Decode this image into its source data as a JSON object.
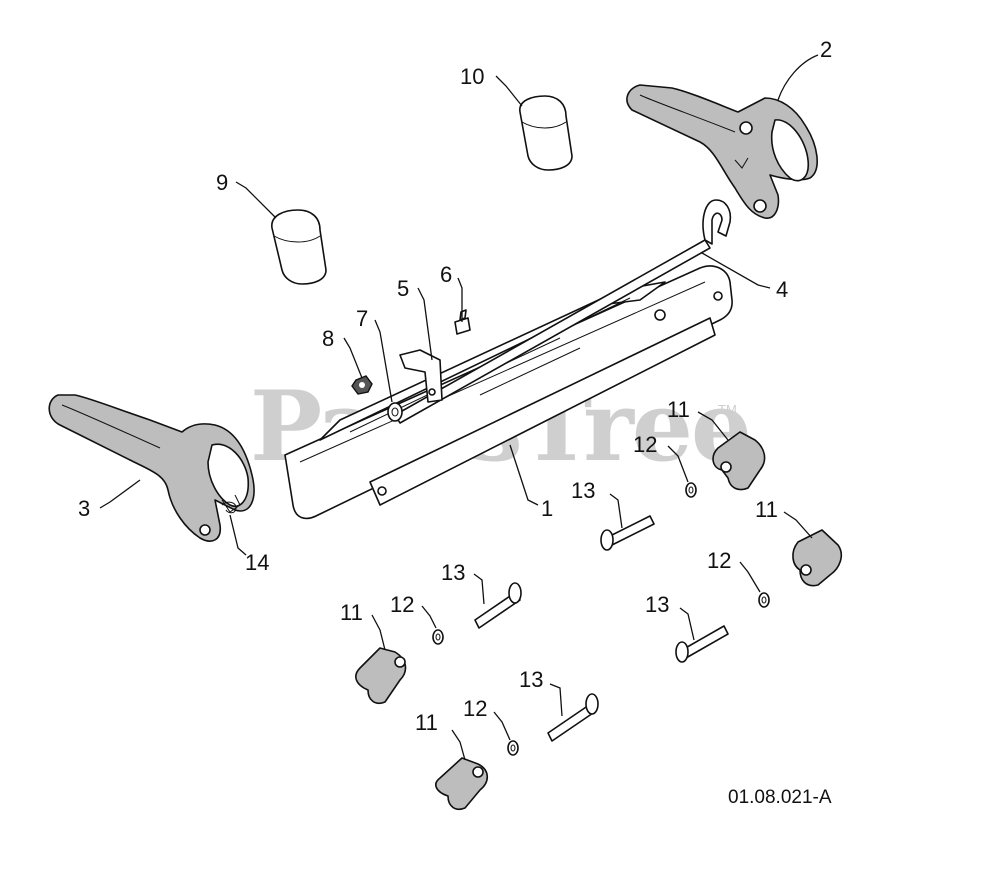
{
  "watermark": {
    "text": "PartsTree",
    "tm": "TM"
  },
  "diagram_ref": "01.08.021-A",
  "callouts": {
    "c1": "1",
    "c2": "2",
    "c3": "3",
    "c4": "4",
    "c5": "5",
    "c6": "6",
    "c7": "7",
    "c8": "8",
    "c9": "9",
    "c10": "10",
    "c11a": "11",
    "c11b": "11",
    "c11c": "11",
    "c11d": "11",
    "c12a": "12",
    "c12b": "12",
    "c12c": "12",
    "c12d": "12",
    "c13a": "13",
    "c13b": "13",
    "c13c": "13",
    "c13d": "13",
    "c14": "14"
  }
}
